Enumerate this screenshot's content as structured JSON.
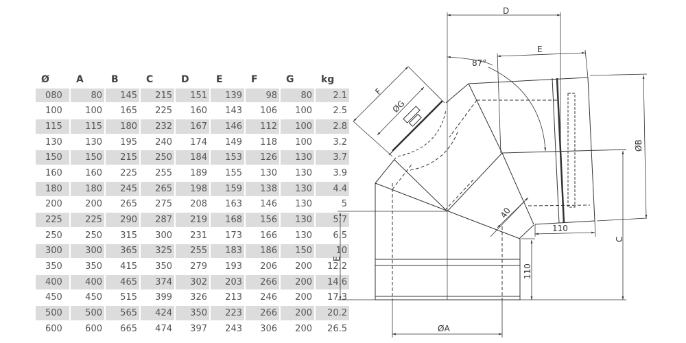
{
  "table": {
    "headers": [
      "Ø",
      "A",
      "B",
      "C",
      "D",
      "E",
      "F",
      "G",
      "kg"
    ],
    "rows": [
      [
        "080",
        "80",
        "145",
        "215",
        "151",
        "139",
        "98",
        "80",
        "2.1"
      ],
      [
        "100",
        "100",
        "165",
        "225",
        "160",
        "143",
        "106",
        "100",
        "2.5"
      ],
      [
        "115",
        "115",
        "180",
        "232",
        "167",
        "146",
        "112",
        "100",
        "2.8"
      ],
      [
        "130",
        "130",
        "195",
        "240",
        "174",
        "149",
        "118",
        "100",
        "3.2"
      ],
      [
        "150",
        "150",
        "215",
        "250",
        "184",
        "153",
        "126",
        "130",
        "3.7"
      ],
      [
        "160",
        "160",
        "225",
        "255",
        "189",
        "155",
        "130",
        "130",
        "3.9"
      ],
      [
        "180",
        "180",
        "245",
        "265",
        "198",
        "159",
        "138",
        "130",
        "4.4"
      ],
      [
        "200",
        "200",
        "265",
        "275",
        "208",
        "163",
        "146",
        "130",
        "5"
      ],
      [
        "225",
        "225",
        "290",
        "287",
        "219",
        "168",
        "156",
        "130",
        "5.7"
      ],
      [
        "250",
        "250",
        "315",
        "300",
        "231",
        "173",
        "166",
        "130",
        "6.5"
      ],
      [
        "300",
        "300",
        "365",
        "325",
        "255",
        "183",
        "186",
        "150",
        "10"
      ],
      [
        "350",
        "350",
        "415",
        "350",
        "279",
        "193",
        "206",
        "200",
        "12.2"
      ],
      [
        "400",
        "400",
        "465",
        "374",
        "302",
        "203",
        "266",
        "200",
        "14.6"
      ],
      [
        "450",
        "450",
        "515",
        "399",
        "326",
        "213",
        "246",
        "200",
        "17.3"
      ],
      [
        "500",
        "500",
        "565",
        "424",
        "350",
        "223",
        "266",
        "200",
        "20.2"
      ],
      [
        "600",
        "600",
        "665",
        "474",
        "397",
        "243",
        "306",
        "200",
        "26.5"
      ]
    ]
  },
  "drawing": {
    "dim_D": "D",
    "dim_E_top": "E",
    "angle": "87°",
    "dim_F": "F",
    "dim_G": "ØG",
    "dim_B": "ØB",
    "dim_C": "C",
    "dim_110_vertical": "110",
    "dim_110_horizontal": "110",
    "dim_40": "40",
    "dim_E_left": "E",
    "dim_A": "ØA"
  }
}
